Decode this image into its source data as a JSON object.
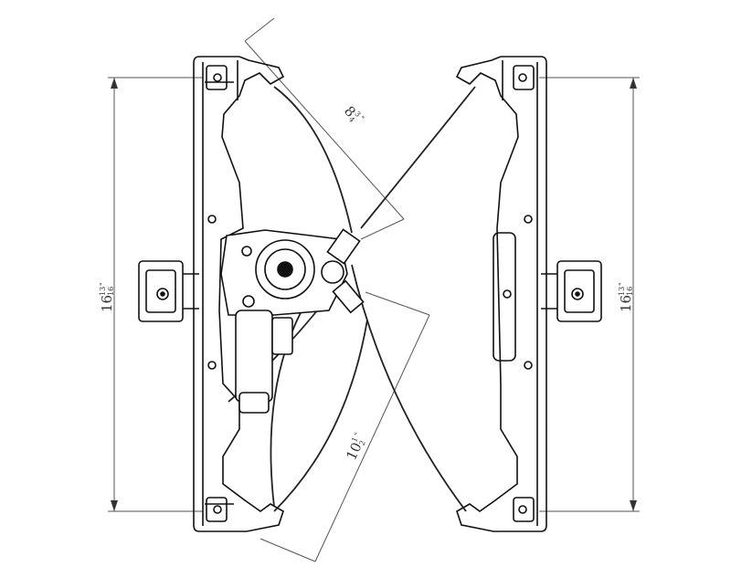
{
  "dimensions": {
    "left_height": {
      "whole": "16",
      "num": "13",
      "den": "16",
      "unit": "\""
    },
    "right_height": {
      "whole": "16",
      "num": "13",
      "den": "16",
      "unit": "\""
    },
    "upper_diagonal": {
      "whole": "8",
      "num": "3",
      "den": "4",
      "unit": "\""
    },
    "lower_diagonal": {
      "whole": "10",
      "num": "1",
      "den": "2",
      "unit": "\""
    }
  },
  "colors": {
    "line": "#111111",
    "dim_line": "#555555"
  }
}
